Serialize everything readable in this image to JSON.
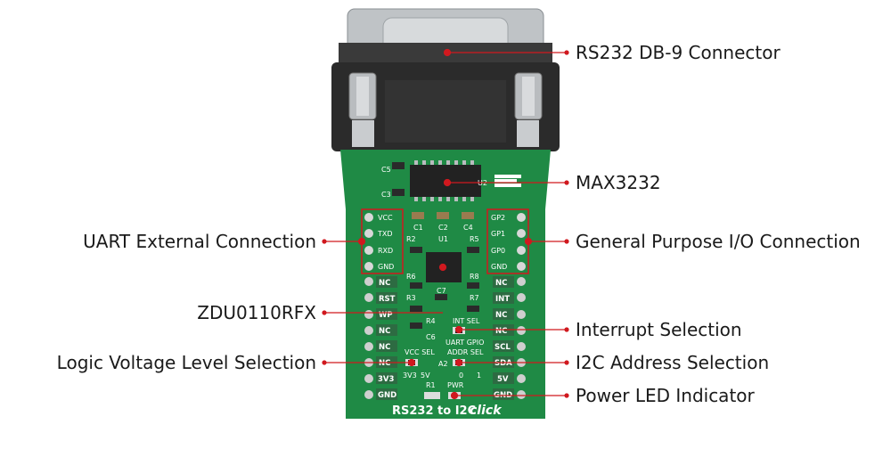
{
  "board": {
    "name": "RS232 to I2C",
    "brand": "click"
  },
  "callouts": {
    "connector": "RS232 DB-9 Connector",
    "ic_max": "MAX3232",
    "uart": "UART External Connection",
    "gpio": "General Purpose I/O Connection",
    "zdu": "ZDU0110RFX",
    "interrupt": "Interrupt Selection",
    "logic": "Logic Voltage Level Selection",
    "i2c": "I2C Address Selection",
    "power": "Power LED Indicator"
  },
  "silkscreen": {
    "left_header": [
      "VCC",
      "TXD",
      "RXD",
      "GND"
    ],
    "right_header": [
      "GP2",
      "GP1",
      "GP0",
      "GND"
    ],
    "left_pins": [
      "NC",
      "RST",
      "WP",
      "NC",
      "NC",
      "NC",
      "3V3",
      "GND"
    ],
    "right_pins": [
      "NC",
      "INT",
      "NC",
      "NC",
      "SCL",
      "SDA",
      "5V",
      "GND"
    ],
    "components": [
      "C5",
      "C3",
      "U2",
      "C1",
      "C2",
      "C4",
      "R2",
      "U1",
      "R5",
      "R6",
      "R8",
      "C7",
      "R3",
      "R7",
      "R4",
      "C6",
      "R1"
    ],
    "int_sel": "INT SEL",
    "uart_gpio": "UART GPIO",
    "addr_sel": "ADDR SEL",
    "a2": "A2",
    "addr_vals": [
      "0",
      "1"
    ],
    "vcc_sel": "VCC SEL",
    "vcc_vals": [
      "3V3",
      "5V"
    ],
    "pwr": "PWR"
  },
  "colors": {
    "pcb": "#1f8a45",
    "callout": "#d0191f",
    "connector": "#2b2b2b"
  }
}
